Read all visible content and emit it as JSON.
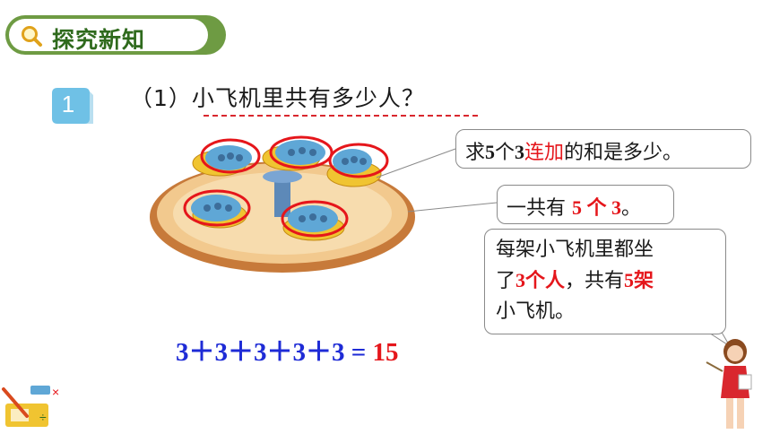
{
  "header": {
    "title": "探究新知",
    "icon": "magnifier-icon",
    "accent_color": "#6e9b43"
  },
  "example": {
    "number": "1",
    "question": "（1）小飞机里共有多少人？"
  },
  "bubbles": {
    "b1": {
      "prefix": "求",
      "n1": "5",
      "mid": "个",
      "n2": "3",
      "hl": "连加",
      "suffix": "的和是多少。"
    },
    "b2": {
      "prefix": "一共有 ",
      "hl": "5 个 3",
      "suffix": "。"
    },
    "b3": {
      "line1": "每架小飞机里都坐",
      "line2_pre": "了",
      "line2_hl1": "3个人",
      "line2_mid": "，共有",
      "line2_hl2": "5架",
      "line3": "小飞机。"
    }
  },
  "equation": {
    "expression": "3＋3＋3＋3＋3 =",
    "result": "15"
  },
  "colors": {
    "highlight": "#e5161b",
    "equation": "#1e2bd6",
    "circle_stroke": "#e5161b"
  }
}
